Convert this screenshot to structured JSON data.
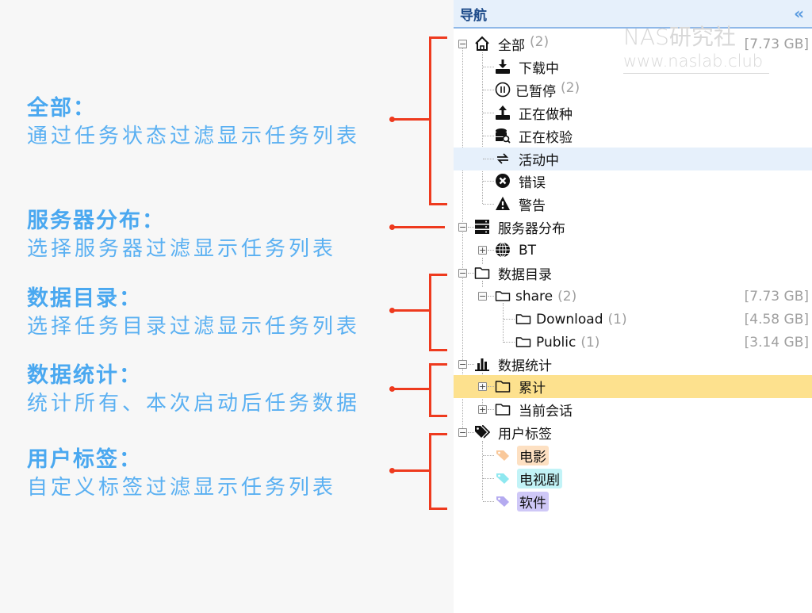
{
  "annotations": [
    {
      "title": "全部：",
      "desc": "通过任务状态过滤显示任务列表"
    },
    {
      "title": "服务器分布：",
      "desc": "选择服务器过滤显示任务列表"
    },
    {
      "title": "数据目录：",
      "desc": "选择任务目录过滤显示任务列表"
    },
    {
      "title": "数据统计：",
      "desc": "统计所有、本次启动后任务数据"
    },
    {
      "title": "用户标签：",
      "desc": "自定义标签过滤显示任务列表"
    }
  ],
  "panel": {
    "title": "导航",
    "collapse_icon": "«",
    "watermark": {
      "brand": "NAS研究社",
      "url": "www.naslab.club"
    }
  },
  "tree": {
    "all": {
      "label": "全部",
      "count": "(2)",
      "size": "[7.73 GB]"
    },
    "status": [
      {
        "label": "下载中",
        "icon": "download-icon"
      },
      {
        "label": "已暂停",
        "count": "(2)",
        "icon": "pause-icon"
      },
      {
        "label": "正在做种",
        "icon": "upload-icon"
      },
      {
        "label": "正在校验",
        "icon": "verify-icon"
      },
      {
        "label": "活动中",
        "icon": "exchange-icon"
      },
      {
        "label": "错误",
        "icon": "error-icon"
      },
      {
        "label": "警告",
        "icon": "warning-icon"
      }
    ],
    "servers": {
      "label": "服务器分布",
      "children": [
        {
          "label": "BT"
        }
      ]
    },
    "folders": {
      "label": "数据目录",
      "share": {
        "label": "share",
        "count": "(2)",
        "size": "[7.73 GB]"
      },
      "children": [
        {
          "label": "Download",
          "count": "(1)",
          "size": "[4.58 GB]"
        },
        {
          "label": "Public",
          "count": "(1)",
          "size": "[3.14 GB]"
        }
      ]
    },
    "stats": {
      "label": "数据统计",
      "children": [
        {
          "label": "累计"
        },
        {
          "label": "当前会话"
        }
      ]
    },
    "tags": {
      "label": "用户标签",
      "children": [
        {
          "label": "电影",
          "color": "#fde0c2",
          "icon_color": "#f9c89a"
        },
        {
          "label": "电视剧",
          "color": "#c2f3f7",
          "icon_color": "#8ee8f0"
        },
        {
          "label": "软件",
          "color": "#cfc8f7",
          "icon_color": "#b4aaf0"
        }
      ]
    }
  },
  "colors": {
    "annotation_text": "#4aa8f0",
    "bracket": "#ee3a1e",
    "selected_row": "#fde18e",
    "hover_row": "#e6f0fb"
  }
}
